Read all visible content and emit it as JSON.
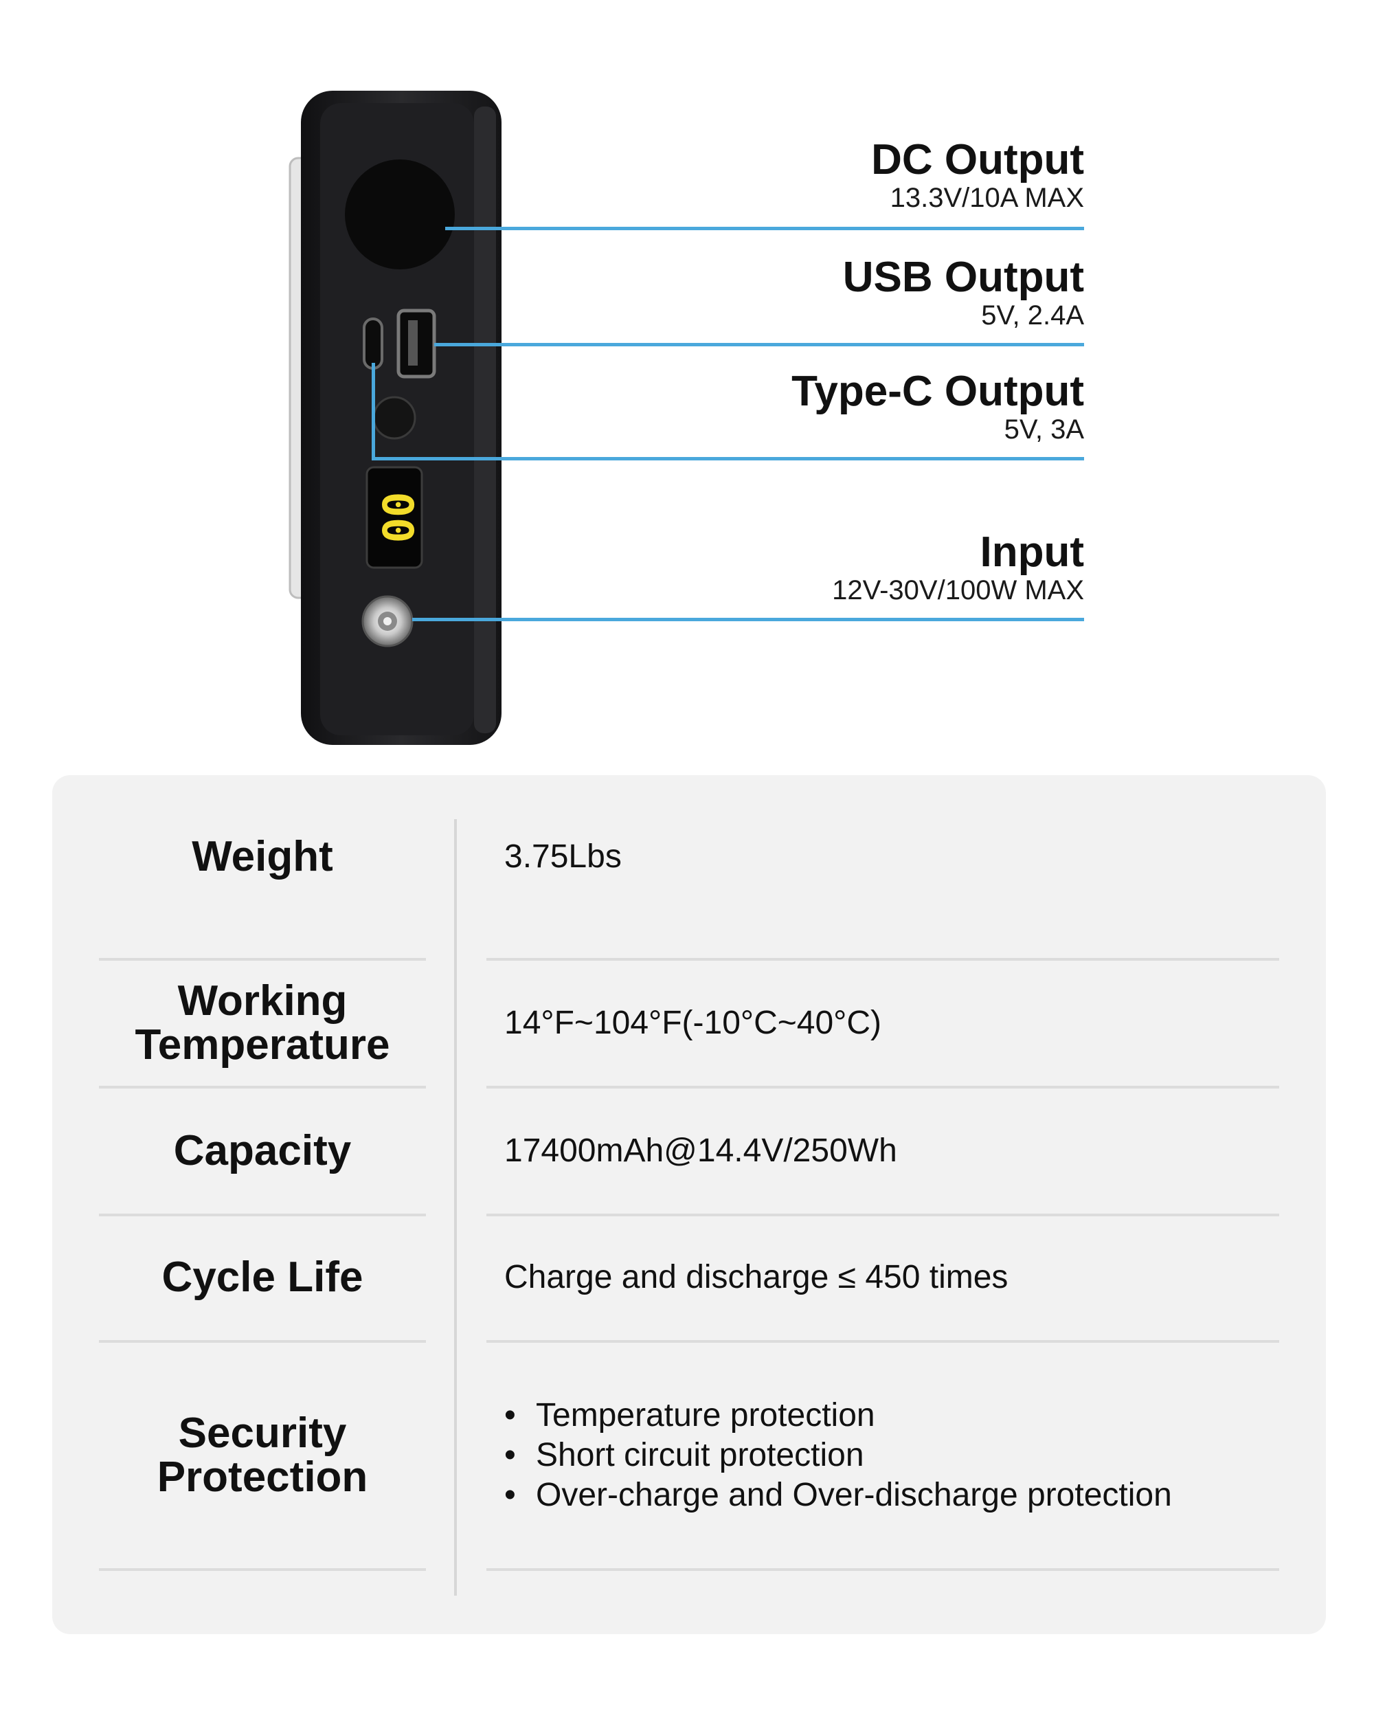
{
  "device": {
    "display_digits": "00",
    "colors": {
      "body": "#1c1c1e",
      "accent_line": "#4aa8dc",
      "display": "#f2dc2a"
    }
  },
  "ports": [
    {
      "title": "DC Output",
      "spec": "13.3V/10A MAX"
    },
    {
      "title": "USB Output",
      "spec": "5V, 2.4A"
    },
    {
      "title": "Type-C Output",
      "spec": "5V, 3A"
    },
    {
      "title": "Input",
      "spec": "12V-30V/100W MAX"
    }
  ],
  "specs": {
    "weight": {
      "label": "Weight",
      "value": "3.75Lbs"
    },
    "temperature": {
      "label_line1": "Working",
      "label_line2": "Temperature",
      "value": "14°F~104°F(-10°C~40°C)"
    },
    "capacity": {
      "label": "Capacity",
      "value": "17400mAh@14.4V/250Wh"
    },
    "cycle": {
      "label": "Cycle Life",
      "value": "Charge and discharge ≤ 450 times"
    },
    "security": {
      "label_line1": "Security",
      "label_line2": "Protection",
      "items": [
        "Temperature protection",
        "Short circuit protection",
        "Over-charge and Over-discharge protection"
      ]
    }
  }
}
